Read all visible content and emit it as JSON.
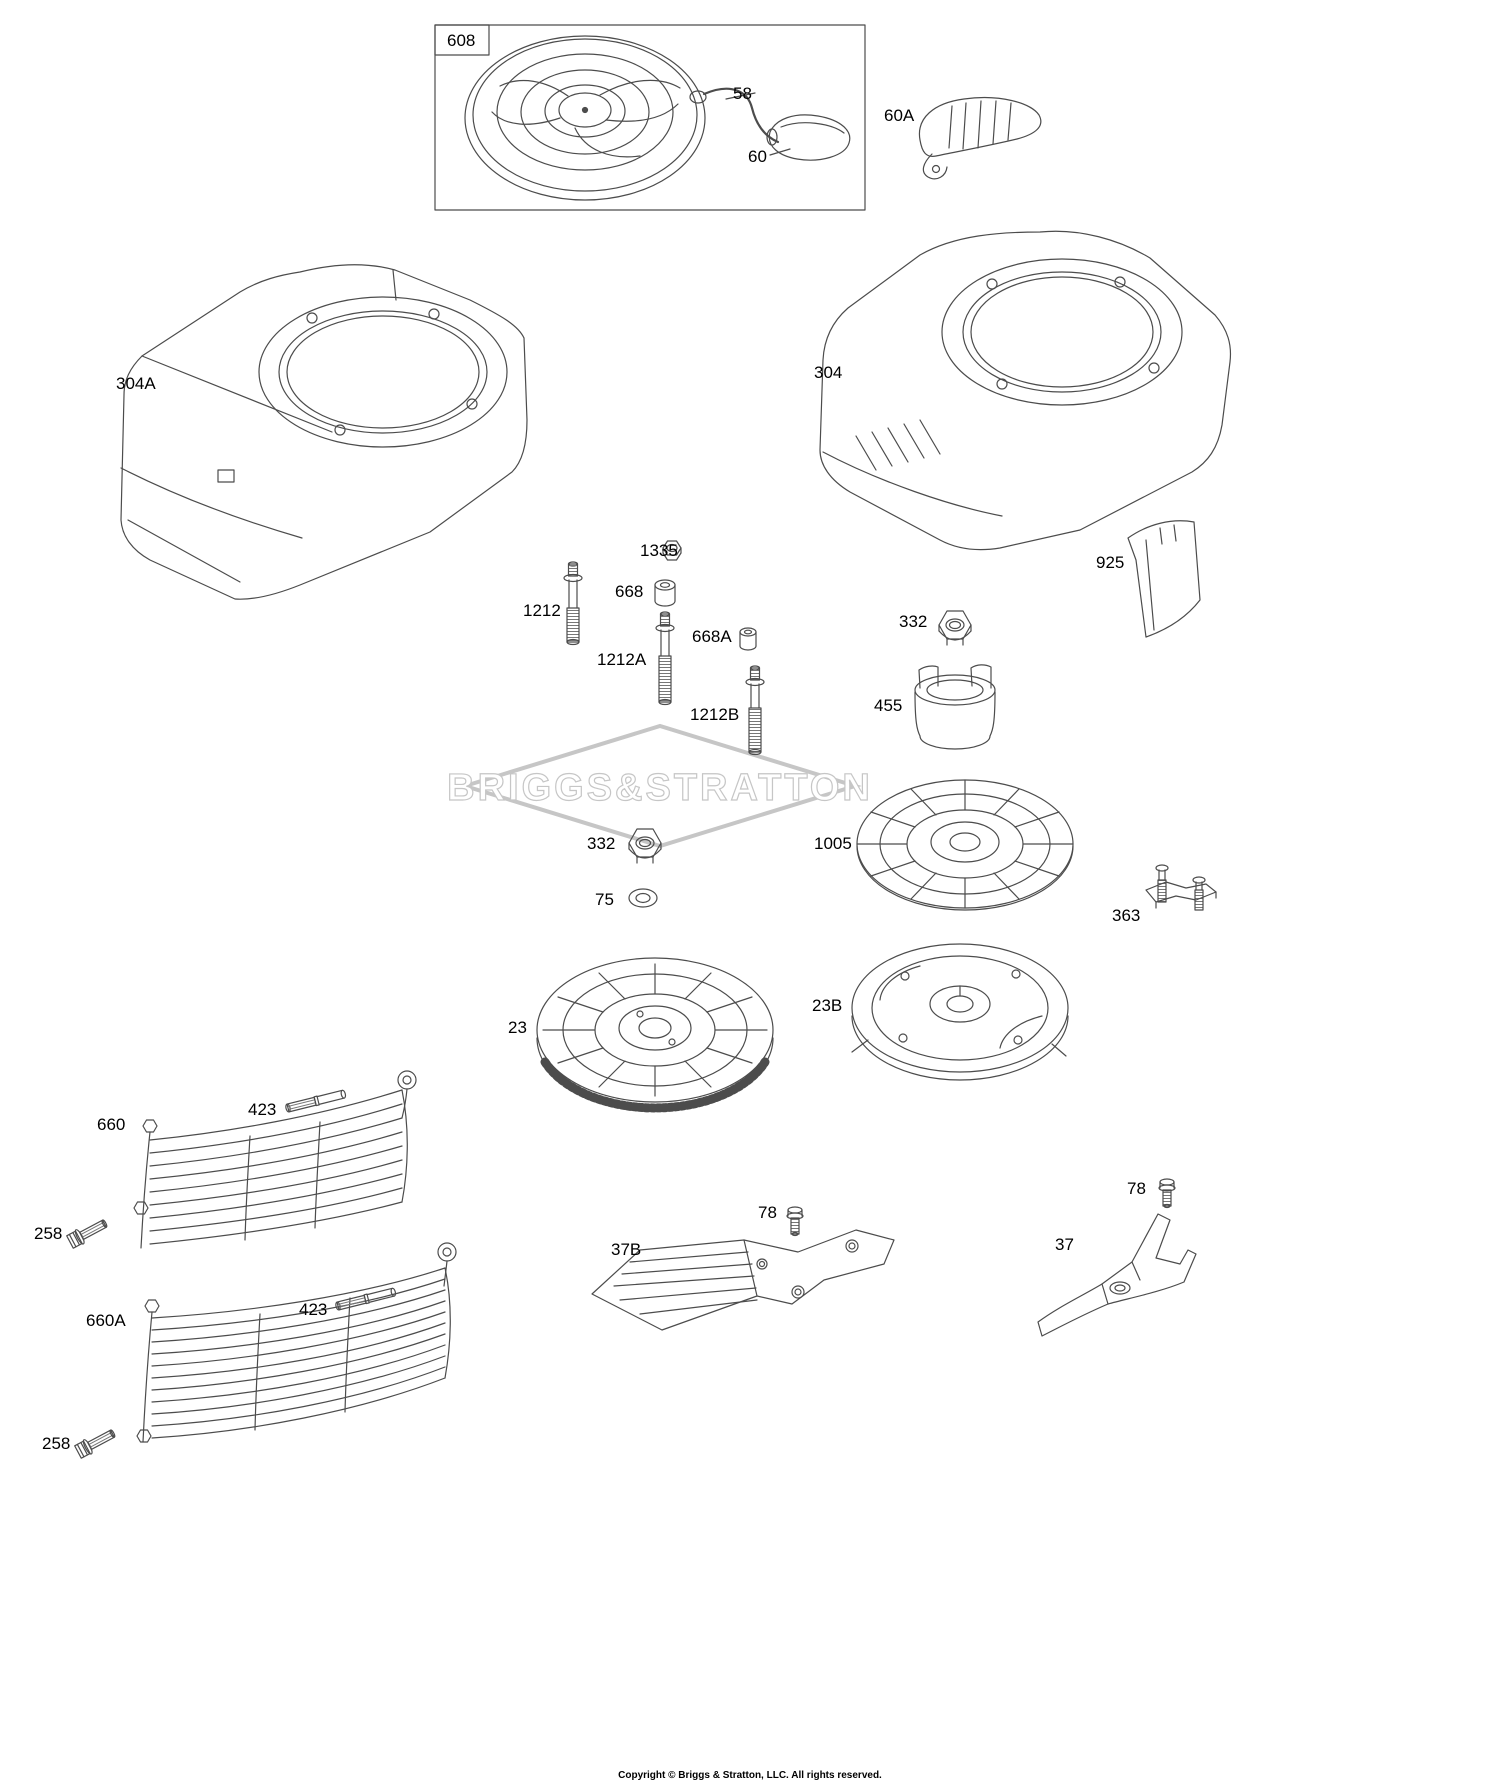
{
  "page": {
    "watermark": "BRIGGS&STRATTON",
    "footer": "Copyright © Briggs & Stratton, LLC. All rights reserved."
  },
  "colors": {
    "line": "#4c4c4c",
    "watermark": "#c6c6c6",
    "label_text": "#000000"
  },
  "labels": {
    "l608": "608",
    "l58": "58",
    "l60": "60",
    "l60A": "60A",
    "l304A": "304A",
    "l304": "304",
    "l925": "925",
    "l1335": "1335",
    "l668": "668",
    "l1212": "1212",
    "l668A": "668A",
    "l1212A": "1212A",
    "l1212B": "1212B",
    "l332r": "332",
    "l455": "455",
    "l332l": "332",
    "l75": "75",
    "l1005": "1005",
    "l363": "363",
    "l23": "23",
    "l23B": "23B",
    "l660": "660",
    "l423a": "423",
    "l258a": "258",
    "l660A": "660A",
    "l423b": "423",
    "l258b": "258",
    "l37B": "37B",
    "l78a": "78",
    "l78b": "78",
    "l37": "37"
  }
}
